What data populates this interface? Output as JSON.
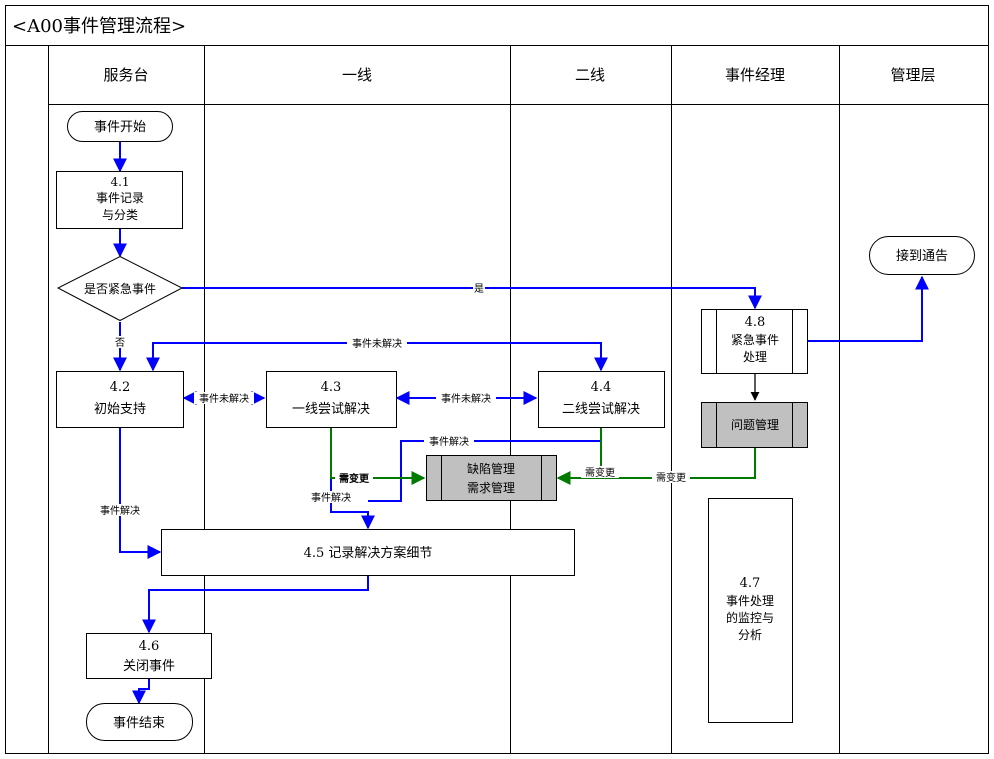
{
  "title": "<A00事件管理流程>",
  "lanes": {
    "service_desk": "服务台",
    "line1": "一线",
    "line2": "二线",
    "incident_manager": "事件经理",
    "management": "管理层"
  },
  "nodes": {
    "start": "事件开始",
    "n41": {
      "num": "4.1",
      "l1": "事件记录",
      "l2": "与分类"
    },
    "decision": "是否紧急事件",
    "n42": {
      "num": "4.2",
      "label": "初始支持"
    },
    "n43": {
      "num": "4.3",
      "label": "一线尝试解决"
    },
    "n44": {
      "num": "4.4",
      "label": "二线尝试解决"
    },
    "n45": "4.5 记录解决方案细节",
    "n46": {
      "num": "4.6",
      "label": "关闭事件"
    },
    "end": "事件结束",
    "n47": {
      "num": "4.7",
      "l1": "事件处理",
      "l2": "的监控与",
      "l3": "分析"
    },
    "n48": {
      "num": "4.8",
      "l1": "紧急事件",
      "l2": "处理"
    },
    "problem": "问题管理",
    "defect": {
      "l1": "缺陷管理",
      "l2": "需求管理"
    },
    "notify": "接到通告"
  },
  "edges": {
    "yes": "是",
    "no": "否",
    "unresolved": "事件未解决",
    "resolved": "事件解决",
    "change": "需变更"
  },
  "colors": {
    "blue": "#0000ff",
    "green": "#007a00",
    "grey_box": "#c0c0c0"
  }
}
